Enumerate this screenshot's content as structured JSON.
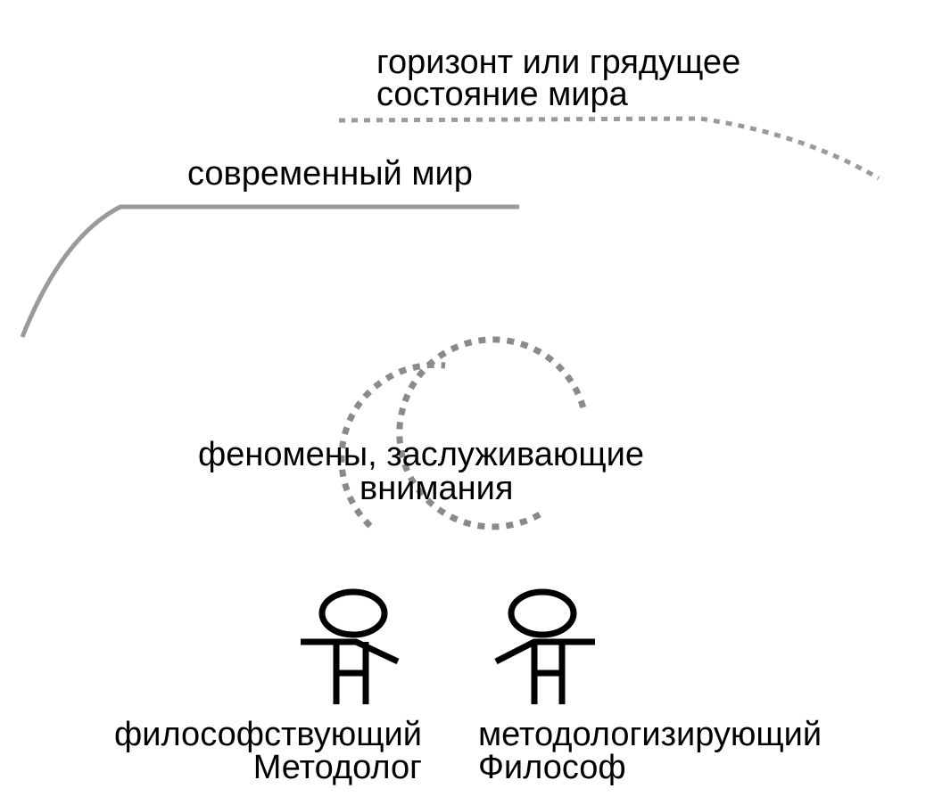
{
  "labels": {
    "horizon_line1": "горизонт или грядущее",
    "horizon_line2": "состояние мира",
    "modern_world": "современный мир",
    "phenomena_line1": "феномены, заслуживающие",
    "phenomena_line2": "внимания",
    "left_person_line1": "философствующий",
    "left_person_line2": "Методолог",
    "right_person_line1": "методологизирующий",
    "right_person_line2": "Философ"
  },
  "colors": {
    "line_gray": "#9a9a9a",
    "dotted_gray": "#8a8a8a",
    "figure": "#000000",
    "text": "#000000",
    "background": "#ffffff"
  }
}
